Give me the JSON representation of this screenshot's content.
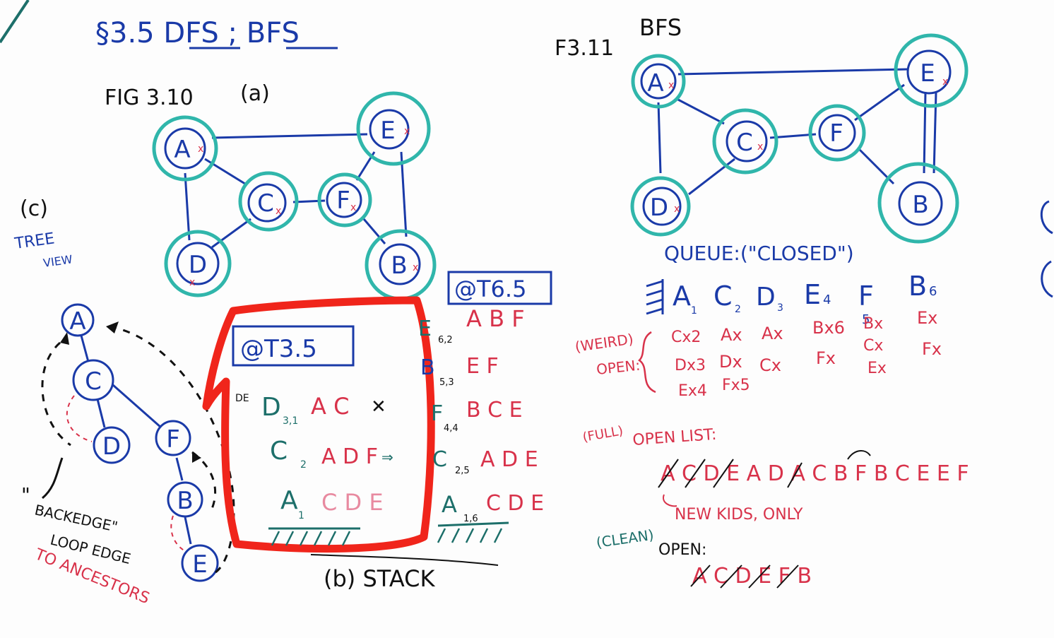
{
  "header": {
    "section_title": "§3.5 DFS ; BFS",
    "fig310_label": "FIG 3.10",
    "part_a_label": "(a)",
    "fig311_label": "F3.11",
    "fig311_title": "BFS"
  },
  "graph_a": {
    "nodes": [
      "A",
      "E",
      "C",
      "F",
      "D",
      "B"
    ]
  },
  "graph_bfs": {
    "nodes": [
      "A",
      "E",
      "C",
      "F",
      "D",
      "B"
    ]
  },
  "tree_view": {
    "label_c": "(c)",
    "label_tree": "TREE",
    "label_view": "VIEW",
    "nodes": [
      "A",
      "C",
      "D",
      "F",
      "B",
      "E"
    ],
    "backedge_quote_open": "\"",
    "backedge_label": "BACKEDGE\"",
    "loop_edge_label": "LOOP EDGE",
    "to_ancestors_label": "TO ANCESTORS"
  },
  "stack_b": {
    "box_title": "@T3.5",
    "de_mark": "DE",
    "rows": [
      {
        "node": "D",
        "sub": "3,1",
        "children": "A C",
        "extra": "✕"
      },
      {
        "node": "C",
        "sub": "2",
        "children": "A D F",
        "extra": "⇒"
      },
      {
        "node": "A",
        "sub": "1",
        "children": "C D E",
        "extra": ""
      }
    ],
    "label": "(b) STACK"
  },
  "stack_t65": {
    "box_title": "@T6.5",
    "rows": [
      {
        "node": "E",
        "sub": "6,2",
        "children": "A B F"
      },
      {
        "node": "B",
        "sub": "5,3",
        "children": "E F"
      },
      {
        "node": "F",
        "sub": "4,4",
        "children": "B C E"
      },
      {
        "node": "C",
        "sub": "2,5",
        "children": "A D E"
      },
      {
        "node": "A",
        "sub": "1,6",
        "children": "C D E"
      }
    ]
  },
  "queue": {
    "title": "QUEUE:(\"CLOSED\")",
    "entries": [
      {
        "node": "A",
        "sub": "1"
      },
      {
        "node": "C",
        "sub": "2"
      },
      {
        "node": "D",
        "sub": "3"
      },
      {
        "node": "E",
        "sub": "4"
      },
      {
        "node": "F",
        "sub": "5"
      },
      {
        "node": "B",
        "sub": "6"
      }
    ],
    "weird_label": "(WEIRD)",
    "open_label": "OPEN:",
    "columns": [
      [
        "Cx2",
        "Dx3",
        "Ex4"
      ],
      [
        "Ax",
        "Dx",
        "Fx5"
      ],
      [
        "Ax",
        "Cx"
      ],
      [
        "Bx6",
        "Fx"
      ],
      [
        "Bx",
        "Cx",
        "Ex"
      ],
      [
        "Ex",
        "Fx"
      ]
    ],
    "full_label": "(FULL)",
    "open_list_label": "OPEN LIST:",
    "open_list_sequence": "A C D E A D A C B F B C E E F",
    "new_kids_label": "NEW KIDS, ONLY",
    "clean_label": "(CLEAN)",
    "clean_open_label": "OPEN:",
    "clean_sequence": "A C D E F B"
  },
  "colors": {
    "ink_blue": "#1a3aa8",
    "ink_teal": "#1d6f6a",
    "ink_red": "#d8324a",
    "highlight_red": "#f0251b",
    "highlight_teal": "#30b6ab"
  }
}
